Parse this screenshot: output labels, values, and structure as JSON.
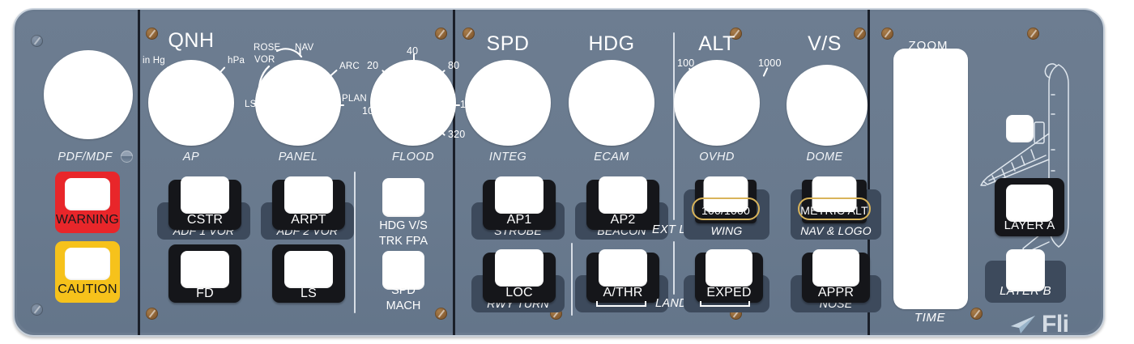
{
  "panel": {
    "accent_panel_bg": "#6b7b8f",
    "accent_dark_button": "#15161a",
    "accent_subplate": "#3d4a5c",
    "accent_gold_ring": "#d9b45a",
    "accent_warning": "#e8262a",
    "accent_caution": "#f6c21b",
    "accent_screw": "#8c6236"
  },
  "section_displays": {
    "pdfmdf_caption": "PDF/MDF",
    "warning_label": "WARNING",
    "caution_label": "CAUTION"
  },
  "qnh_section": {
    "title": "QNH",
    "ap_knob": {
      "caption": "AP",
      "ticks": [
        {
          "label": "in Hg"
        },
        {
          "label": "hPa"
        }
      ]
    },
    "panel_knob": {
      "caption": "PANEL",
      "ticks": [
        {
          "label": "ROSE"
        },
        {
          "label": "NAV"
        },
        {
          "label": "VOR"
        },
        {
          "label": "ARC"
        },
        {
          "label": "LS"
        },
        {
          "label": "PLAN"
        }
      ]
    },
    "flood_knob": {
      "caption": "FLOOD",
      "ticks": [
        {
          "label": "10"
        },
        {
          "label": "20"
        },
        {
          "label": "40"
        },
        {
          "label": "80"
        },
        {
          "label": "160"
        },
        {
          "label": "320"
        }
      ]
    },
    "buttons": [
      {
        "label": "CSTR",
        "sub": "ADF 1 VOR"
      },
      {
        "label": "ARPT",
        "sub": "ADF 2 VOR"
      },
      {
        "label": "FD",
        "sub": ""
      },
      {
        "label": "LS",
        "sub": ""
      }
    ],
    "mode_buttons": [
      {
        "line1": "HDG V/S",
        "line2": "TRK FPA"
      },
      {
        "line1": "SPD",
        "line2": "MACH"
      }
    ]
  },
  "fcu_section": {
    "spd_title": "SPD",
    "spd_caption": "INTEG",
    "hdg_title": "HDG",
    "hdg_caption": "ECAM",
    "buttons": [
      {
        "label": "AP1",
        "sub": "STROBE"
      },
      {
        "label": "AP2",
        "sub": "BEACON"
      },
      {
        "label": "LOC",
        "sub": "RWY TURN"
      },
      {
        "label": "A/THR",
        "sub": ""
      }
    ],
    "side_labels": {
      "ext_lt": "EXT LT",
      "land": "LAND"
    }
  },
  "alt_section": {
    "alt_title": "ALT",
    "alt_caption": "OVHD",
    "alt_ticks": [
      "100",
      "1000"
    ],
    "vs_title": "V/S",
    "vs_caption": "DOME",
    "buttons": [
      {
        "label": "100/1000",
        "sub": "WING",
        "gold": true
      },
      {
        "label": "METRIC ALT",
        "sub": "NAV & LOGO",
        "gold": true
      },
      {
        "label": "EXPED",
        "sub": "",
        "gold": false
      },
      {
        "label": "APPR",
        "sub": "NOSE",
        "gold": false
      }
    ]
  },
  "zoom_section": {
    "zoom_label": "ZOOM",
    "time_label": "TIME",
    "layer_a_label": "LAYER A",
    "layer_b_label": "LAYER B"
  },
  "watermark": {
    "text": "Fli"
  }
}
